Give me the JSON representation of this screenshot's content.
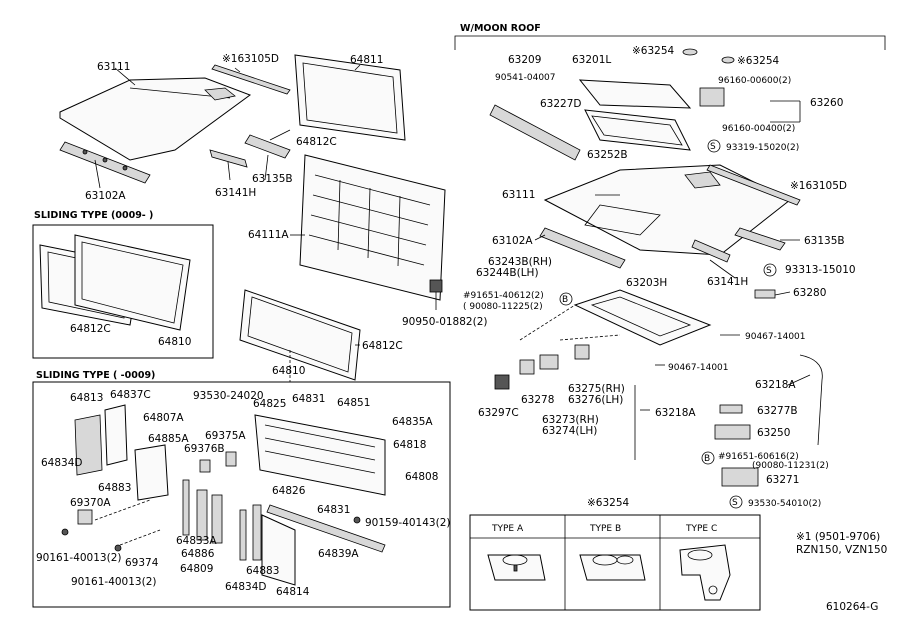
{
  "sections": {
    "moon_roof": "W/MOON ROOF",
    "sliding_new": "SLIDING TYPE (0009-    )",
    "sliding_old": "SLIDING TYPE (     -0009)"
  },
  "parts": {
    "p63111a": "63111",
    "p63102a_a": "63102A",
    "p63105d_a": "※163105D",
    "p64811": "64811",
    "p64812c_a": "64812C",
    "p63141h_a": "63141H",
    "p63135b_a": "63135B",
    "p64111a": "64111A",
    "p90950": "90950-01882(2)",
    "p64812c_b": "64812C",
    "p64810_a": "64810",
    "p64812c_c": "64812C",
    "p64810_b": "64810",
    "p64813": "64813",
    "p64837c": "64837C",
    "p64807a": "64807A",
    "p64885a": "64885A",
    "p69376b": "69376B",
    "p69375a": "69375A",
    "p93530_24020": "93530-24020",
    "p64825": "64825",
    "p64831_a": "64831",
    "p64851": "64851",
    "p64835a": "64835A",
    "p64818": "64818",
    "p64834d_a": "64834D",
    "p64883_a": "64883",
    "p69370a": "69370A",
    "p64826": "64826",
    "p64808": "64808",
    "p64831_b": "64831",
    "p90159": "90159-40143(2)",
    "p64833a": "64833A",
    "p64886": "64886",
    "p64809": "64809",
    "p90161_a": "90161-40013(2)",
    "p69374": "69374",
    "p90161_b": "90161-40013(2)",
    "p64834d_b": "64834D",
    "p64883_b": "64883",
    "p64814": "64814",
    "p64839a": "64839A",
    "p63209": "63209",
    "p90541": "90541-04007",
    "p63227d": "63227D",
    "p63201l": "63201L",
    "p63254_a": "※63254",
    "p63254_b": "※63254",
    "p96160_600": "96160-00600(2)",
    "p63260": "63260",
    "p96160_400": "96160-00400(2)",
    "p63252b": "63252B",
    "p93319": "93319-15020(2)",
    "p63111b": "63111",
    "p63105d_b": "※163105D",
    "p63102a_b": "63102A",
    "p63135b_b": "63135B",
    "p63243b": "63243B(RH)",
    "p63244b": "63244B(LH)",
    "p63141h_b": "63141H",
    "p93313": "93313-15010",
    "p91651_a": "#91651-40612(2)",
    "p90080_a": "( 90080-11225(2)",
    "p63203h": "63203H",
    "p63280": "63280",
    "p90467_a": "90467-14001",
    "p90467_b": "90467-14001",
    "p63218a_a": "63218A",
    "p63275": "63275(RH)",
    "p63276": "63276(LH)",
    "p63297c": "63297C",
    "p63278": "63278",
    "p63273": "63273(RH)",
    "p63274": "63274(LH)",
    "p63218a_b": "63218A",
    "p63277b": "63277B",
    "p63250": "63250",
    "p91651_b": "#91651-60616(2)",
    "p90080_b": "(90080-11231(2)",
    "p63271": "63271",
    "p93530_54010": "93530-54010(2)",
    "p63254_c": "※63254"
  },
  "types": {
    "a": "TYPE A",
    "b": "TYPE B",
    "c": "TYPE C"
  },
  "footnote": {
    "line1": "※1 (9501-9706)",
    "line2": "RZN150, VZN150"
  },
  "figure_id": "610264-G"
}
